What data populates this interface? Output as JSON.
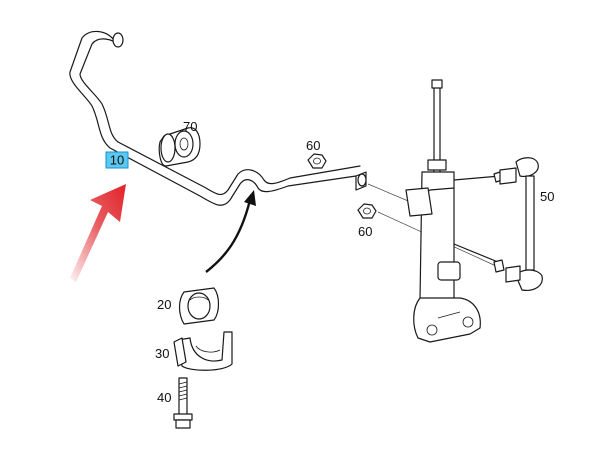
{
  "diagram": {
    "callouts": {
      "stabilizer_bar": "10",
      "bushing_top": "70",
      "nut_top": "60",
      "nut_bottom": "60",
      "link": "50",
      "bushing": "20",
      "bracket": "30",
      "bolt": "40"
    },
    "colors": {
      "highlight_fill": "#5bc8f0",
      "highlight_stroke": "#1b8fd1",
      "arrow_red": "#e0242a",
      "line": "#1a1a1a"
    }
  }
}
